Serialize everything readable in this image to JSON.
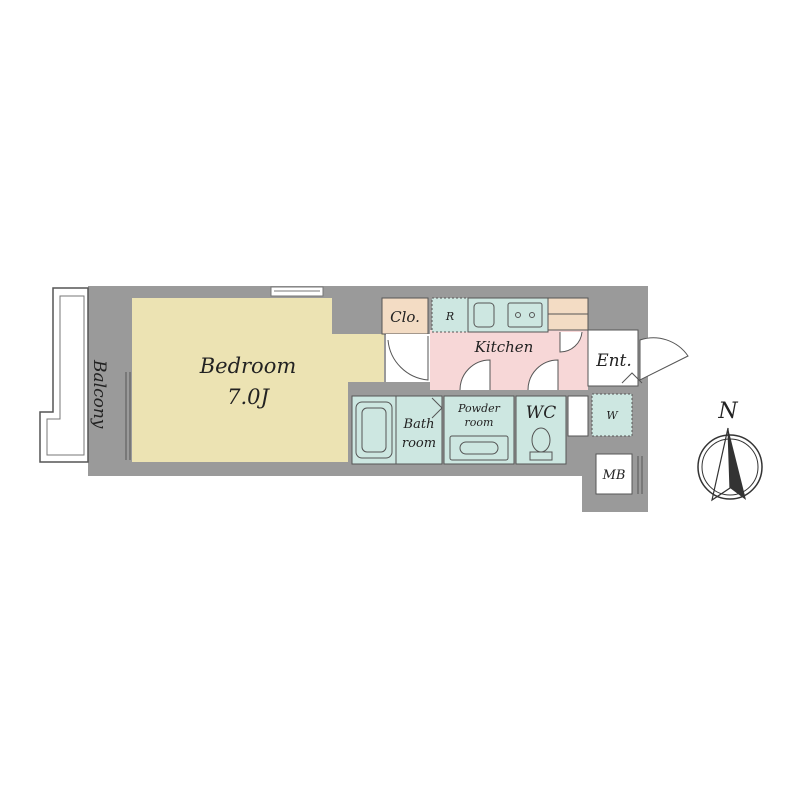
{
  "plan": {
    "rooms": {
      "balcony": "Balcony",
      "bedroom": "Bedroom",
      "bedroom_size": "7.0J",
      "closet": "Clo.",
      "refrigerator": "R",
      "kitchen": "Kitchen",
      "entrance": "Ent.",
      "bath_line1": "Bath",
      "bath_line2": "room",
      "powder_line1": "Powder",
      "powder_line2": "room",
      "wc": "WC",
      "washer": "W",
      "meter_box": "MB"
    },
    "compass": {
      "north": "N"
    },
    "colors": {
      "wall": "#9a9a9a",
      "bedroom": "#ece3b3",
      "wet_area": "#cde7e1",
      "kitchen": "#f7d7d7",
      "closet": "#f3dcc4",
      "outline": "#333333"
    }
  }
}
